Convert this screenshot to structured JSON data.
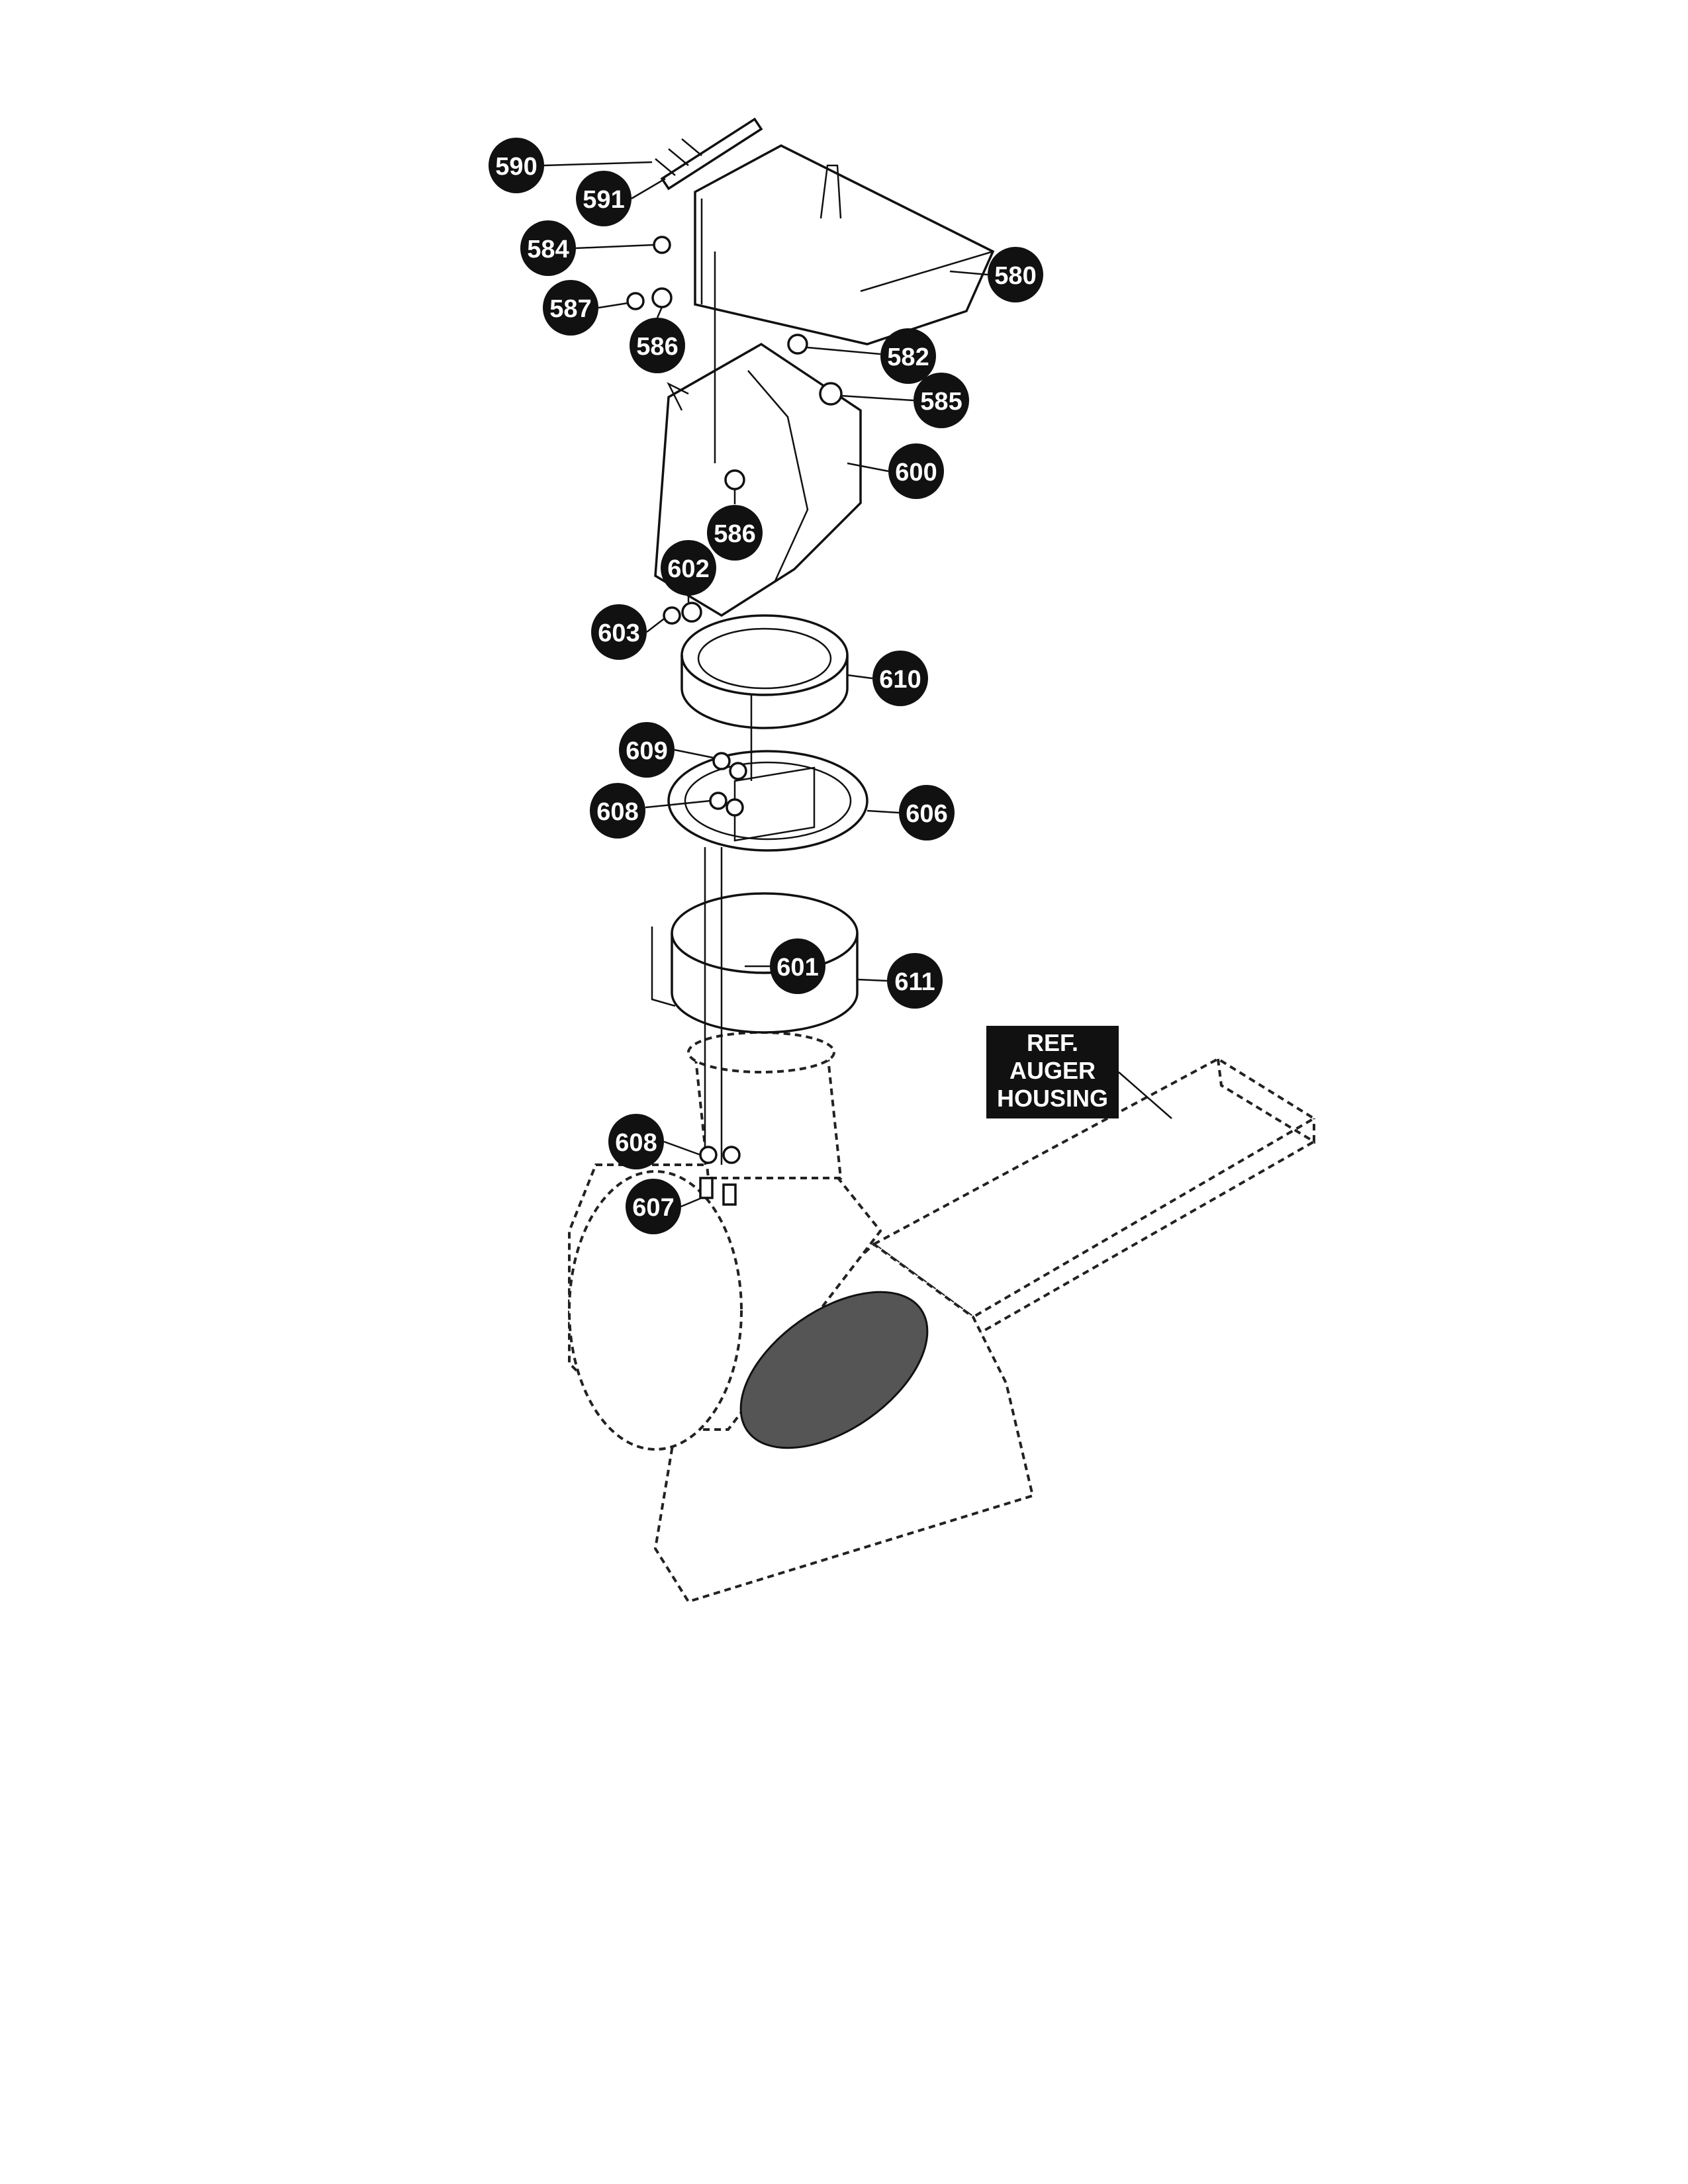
{
  "diagram": {
    "reference_label": {
      "lines": [
        "REF.",
        "AUGER",
        "HOUSING"
      ]
    },
    "part_callouts": [
      {
        "id": "590",
        "label": "590"
      },
      {
        "id": "591",
        "label": "591"
      },
      {
        "id": "584",
        "label": "584"
      },
      {
        "id": "587",
        "label": "587"
      },
      {
        "id": "586a",
        "label": "586"
      },
      {
        "id": "580",
        "label": "580"
      },
      {
        "id": "582",
        "label": "582"
      },
      {
        "id": "585",
        "label": "585"
      },
      {
        "id": "600",
        "label": "600"
      },
      {
        "id": "586b",
        "label": "586"
      },
      {
        "id": "602",
        "label": "602"
      },
      {
        "id": "603",
        "label": "603"
      },
      {
        "id": "610",
        "label": "610"
      },
      {
        "id": "609",
        "label": "609"
      },
      {
        "id": "608a",
        "label": "608"
      },
      {
        "id": "606",
        "label": "606"
      },
      {
        "id": "601",
        "label": "601"
      },
      {
        "id": "611",
        "label": "611"
      },
      {
        "id": "608b",
        "label": "608"
      },
      {
        "id": "607",
        "label": "607"
      }
    ]
  }
}
